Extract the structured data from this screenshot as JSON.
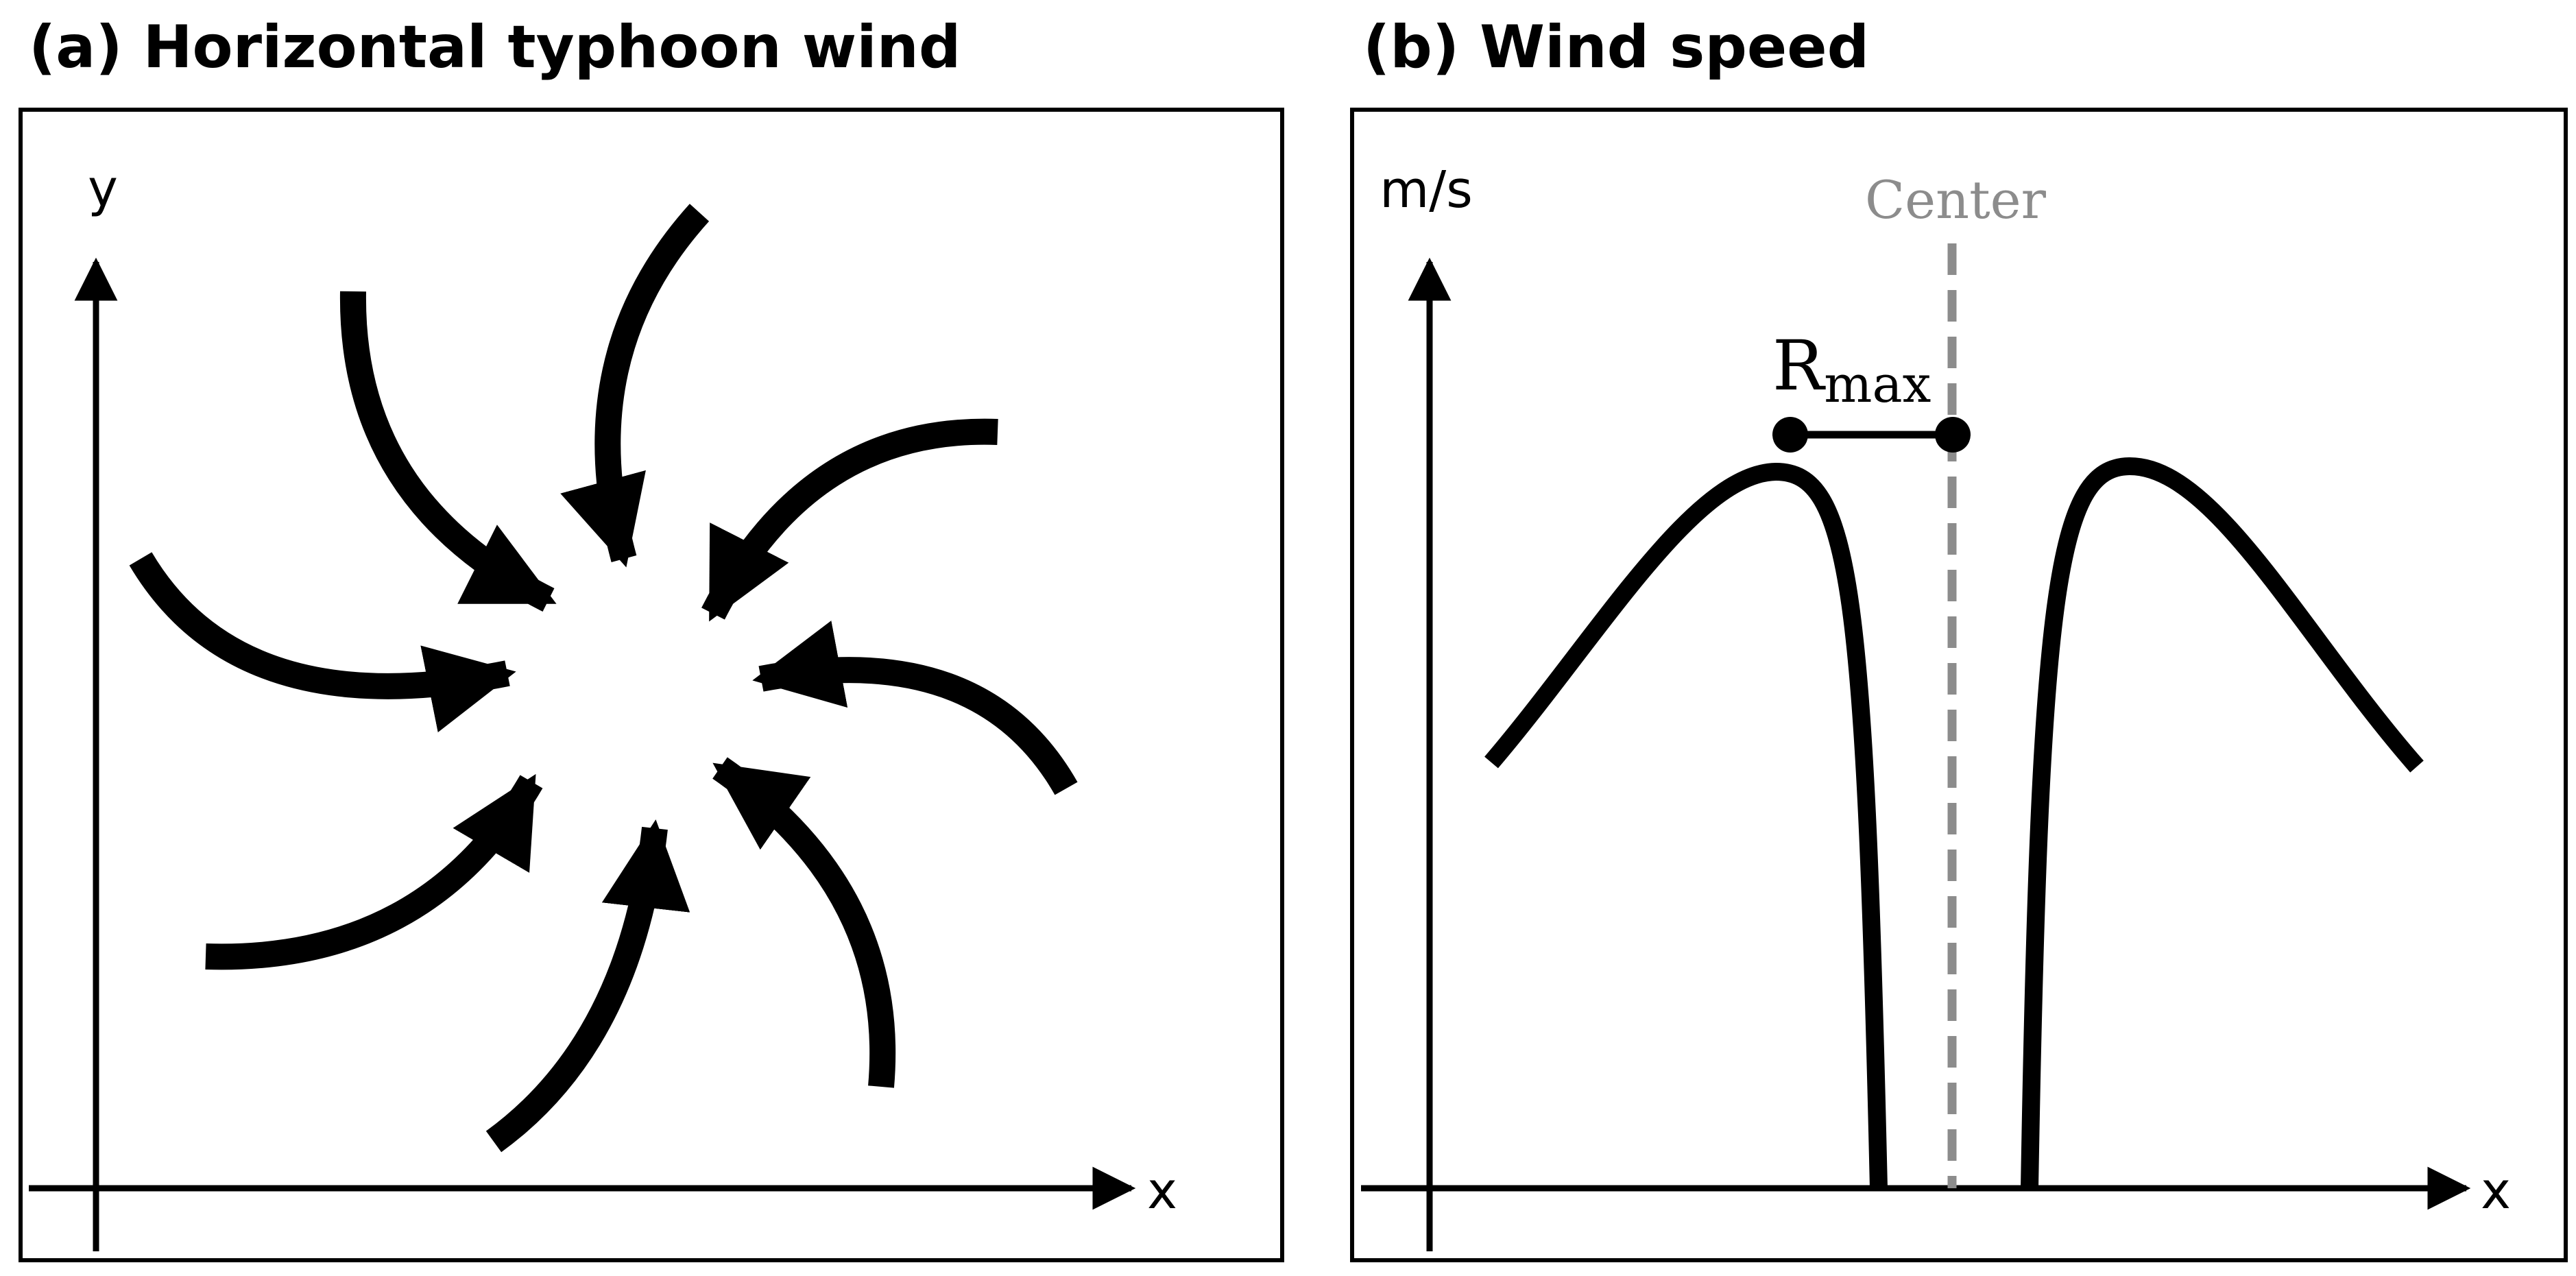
{
  "panel_a": {
    "title": "(a) Horizontal typhoon wind",
    "y_axis_label": "y",
    "x_axis_label": "x",
    "arrow_count": 8
  },
  "panel_b": {
    "title": "(b) Wind speed",
    "y_axis_label": "m/s",
    "x_axis_label": "x",
    "center_label": "Center",
    "rmax_label_main": "R",
    "rmax_label_sub": "max"
  },
  "colors": {
    "ink": "#000000",
    "center_line": "#8c8c8c",
    "background": "#ffffff"
  }
}
